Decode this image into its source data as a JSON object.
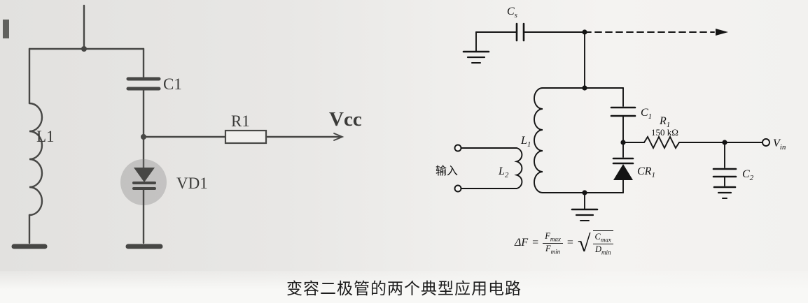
{
  "caption": "变容二极管的两个典型应用电路",
  "left_circuit": {
    "labels": {
      "l1": "L1",
      "c1": "C1",
      "r1": "R1",
      "vd1": "VD1",
      "vcc": "Vcc"
    }
  },
  "right_circuit": {
    "labels": {
      "cs": {
        "main": "C",
        "sub": "s"
      },
      "l1": {
        "main": "L",
        "sub": "1"
      },
      "l2": {
        "main": "L",
        "sub": "2"
      },
      "c1": {
        "main": "C",
        "sub": "1"
      },
      "cr1": {
        "main": "CR",
        "sub": "1"
      },
      "r1": {
        "main": "R",
        "sub": "1"
      },
      "r1_value": "150 kΩ",
      "c2": {
        "main": "C",
        "sub": "2"
      },
      "vin": {
        "main": "V",
        "sub": "in"
      },
      "input": "输入"
    },
    "formula": {
      "lhs": "ΔF",
      "equals": "=",
      "frac1_num": {
        "main": "F",
        "sub": "max"
      },
      "frac1_den": {
        "main": "F",
        "sub": "min"
      },
      "radical": "√",
      "frac2_num": {
        "main": "C",
        "sub": "max"
      },
      "frac2_den": {
        "main": "D",
        "sub": "min"
      }
    }
  }
}
